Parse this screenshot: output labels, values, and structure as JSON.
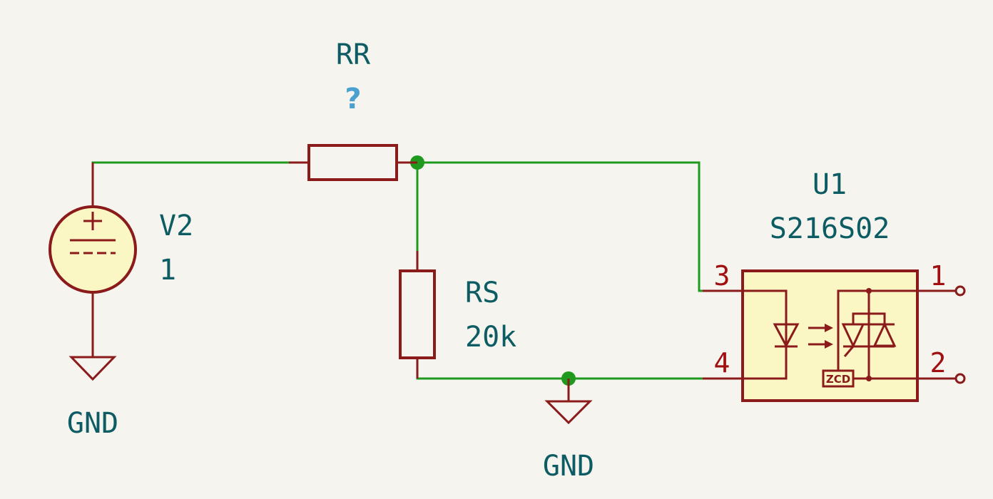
{
  "components": {
    "source": {
      "ref": "V2",
      "value": "1"
    },
    "resistor_rr": {
      "ref": "RR",
      "value": "?"
    },
    "resistor_rs": {
      "ref": "RS",
      "value": "20k"
    },
    "optotriac": {
      "ref": "U1",
      "value": "S216S02",
      "zcd_label": "ZCD",
      "pins": {
        "p1": "1",
        "p2": "2",
        "p3": "3",
        "p4": "4"
      }
    },
    "ground_left": {
      "label": "GND"
    },
    "ground_mid": {
      "label": "GND"
    }
  },
  "colors": {
    "wire": "#1f9a1f",
    "component": "#8b1a1a",
    "body_fill": "#fbf7c4",
    "label": "#0d5c63",
    "background": "#f5f4ef"
  }
}
